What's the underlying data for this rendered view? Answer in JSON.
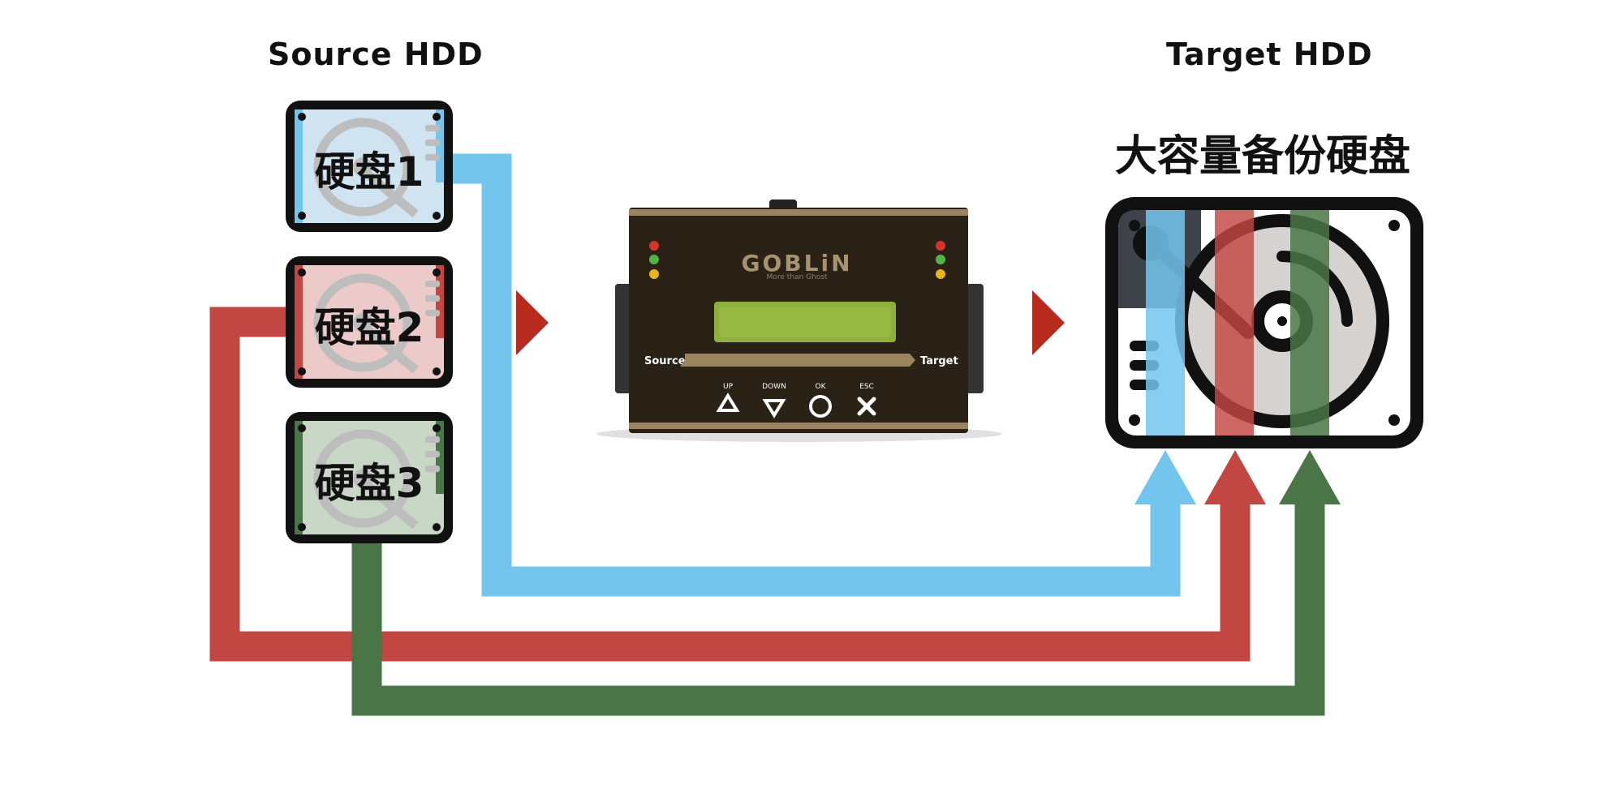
{
  "source_heading": "Source HDD",
  "target_heading": "Target HDD",
  "target_disk_label": "大容量备份硬盘",
  "source_disks": [
    {
      "label": "硬盘1",
      "color": "#74C5EE"
    },
    {
      "label": "硬盘2",
      "color": "#C24743"
    },
    {
      "label": "硬盘3",
      "color": "#4A7546"
    }
  ],
  "device": {
    "brand": "GOBLiN",
    "tagline": "More than Ghost",
    "source_label": "Source",
    "target_label": "Target",
    "buttons": [
      {
        "label": "UP",
        "icon": "triangle-up-icon"
      },
      {
        "label": "DOWN",
        "icon": "triangle-down-icon"
      },
      {
        "label": "OK",
        "icon": "circle-icon"
      },
      {
        "label": "ESC",
        "icon": "cross-icon"
      }
    ],
    "led_colors": [
      "#D9312B",
      "#4FB646",
      "#E6B51E"
    ],
    "body_color": "#2A2216",
    "trim_color": "#9A8560",
    "lcd_color": "#8FB03C"
  },
  "flow_arrow_color": "#B72B1F"
}
